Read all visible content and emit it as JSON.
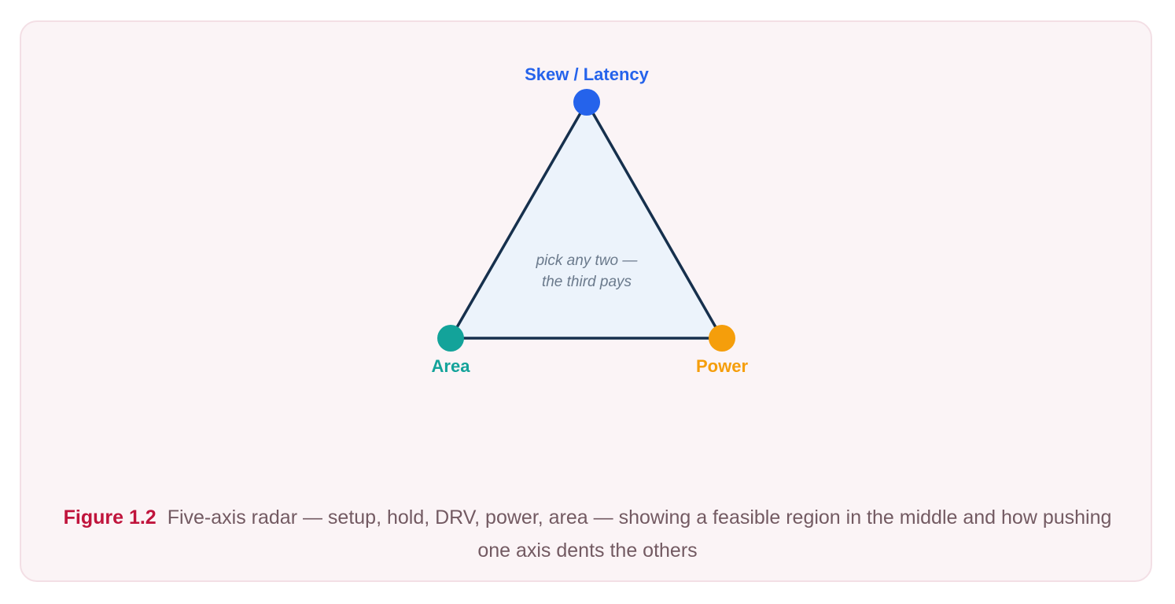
{
  "diagram": {
    "vertices": {
      "top": {
        "label": "Skew / Latency",
        "color": "#2563eb"
      },
      "left": {
        "label": "Area",
        "color": "#13a39a"
      },
      "right": {
        "label": "Power",
        "color": "#f59e0b"
      }
    },
    "note_line1": "pick any two —",
    "note_line2": "the third pays",
    "fill_color": "#ecf3fb",
    "edge_color": "#16304d"
  },
  "caption": {
    "figure_number": "Figure 1.2",
    "text": "Five-axis radar — setup, hold, DRV, power, area — showing a feasible region in the middle and how pushing one axis dents the others"
  }
}
